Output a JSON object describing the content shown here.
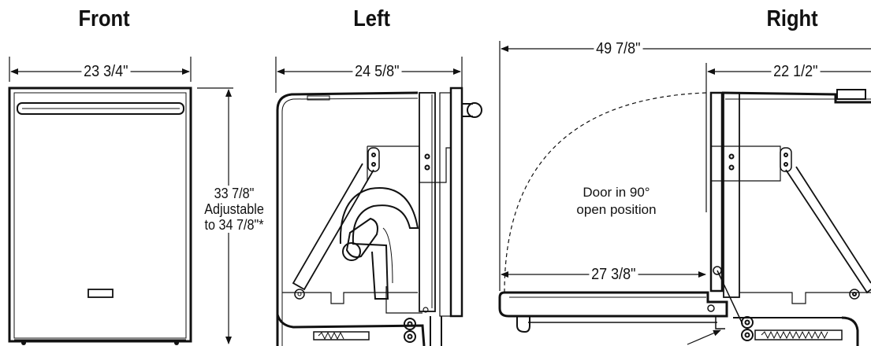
{
  "views": {
    "front": {
      "title": "Front",
      "width_label": "23 3/4\"",
      "height_label": "33 7/8\"",
      "adjustable_line1": "Adjustable",
      "adjustable_line2": "to 34 7/8\"*"
    },
    "left": {
      "title": "Left",
      "depth_label": "24 5/8\""
    },
    "right": {
      "title": "Right",
      "total_depth_label": "49 7/8\"",
      "body_depth_label": "22 1/2\"",
      "door_length_label": "27 3/8\"",
      "note_line1": "Door in 90°",
      "note_line2": "open position"
    }
  }
}
